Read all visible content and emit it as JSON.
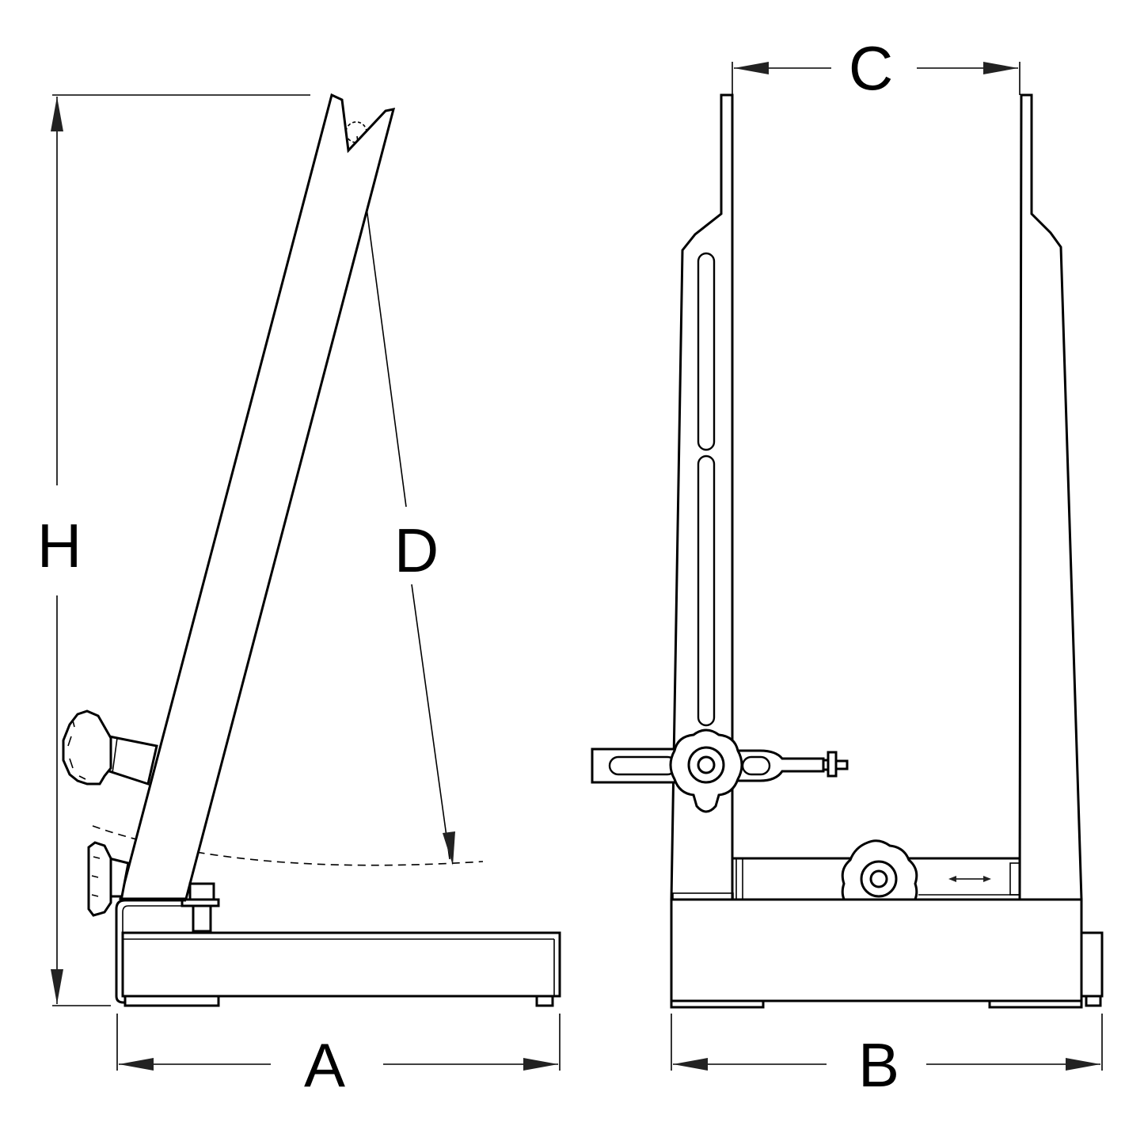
{
  "labels": {
    "a": "A",
    "b": "B",
    "c": "C",
    "d": "D",
    "h": "H"
  }
}
